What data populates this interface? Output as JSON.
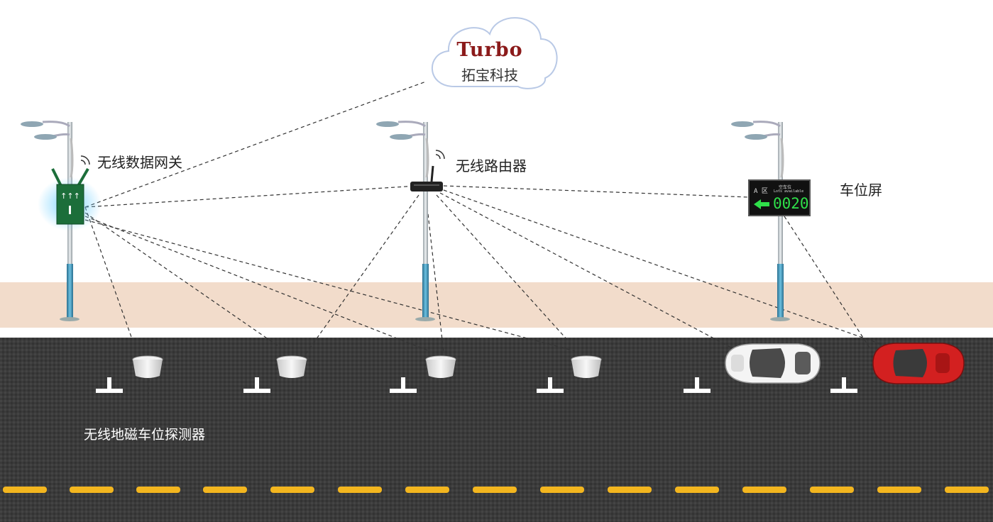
{
  "cloud": {
    "brand_name": "Turbo",
    "brand_subtitle": "拓宝科技"
  },
  "devices": {
    "gateway_label": "无线数据网关",
    "router_label": "无线路由器",
    "display_label": "车位屏",
    "sensor_label": "无线地磁车位探测器"
  },
  "display_sign": {
    "zone": "A 区",
    "title": "空车位",
    "subtitle": "Lots available",
    "count": "0020"
  },
  "colors": {
    "sidewalk": "#f2dccb",
    "road": "#3a3a3a",
    "lane_line": "#f3b61f",
    "gateway_box": "#1c6e3a",
    "pole_base": "#3d8fb5",
    "sign_digits": "#2fe04a",
    "brand_red": "#8b1a1a"
  }
}
